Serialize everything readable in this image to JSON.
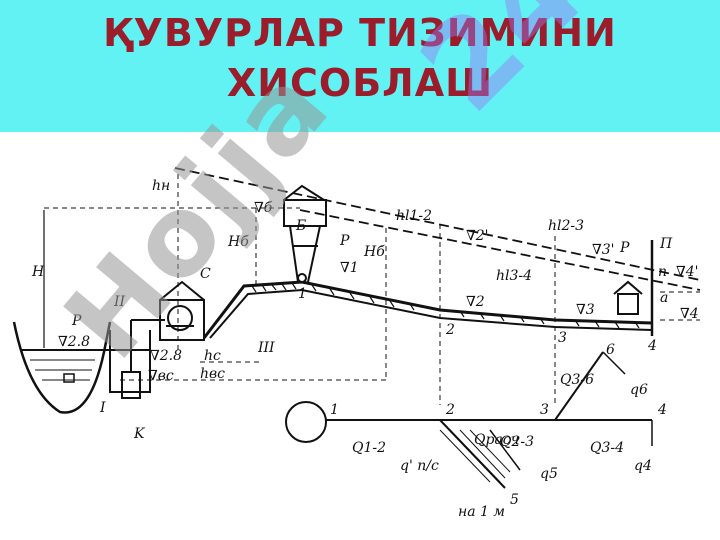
{
  "title": {
    "line1": "ҚУВУРЛАР ТИЗИМИНИ",
    "line2": "ХИСОБЛАШ"
  },
  "watermark": {
    "primary": "Hojja",
    "secondary": "24"
  },
  "colors": {
    "banner": "#62f2f4",
    "title": "#9b1c2a"
  },
  "labels": {
    "H": "H",
    "h_n": "hн",
    "H_b": "Hб",
    "H_b2": "Hб",
    "h_c": "hс",
    "h_bc": "hвс",
    "a": "a",
    "P_upper": "P",
    "P_right": "P",
    "p_circle": "P",
    "C": "C",
    "B_circle": "Б",
    "K_circle": "K",
    "I": "I",
    "II": "II",
    "III": "III",
    "P_pipe": "П",
    "n": "п",
    "hl12": "hl1-2",
    "hl23": "hl2-3",
    "hl34": "hl3-4",
    "n1": "1",
    "n2": "2",
    "n3": "3",
    "n4": "4",
    "lvl_b": "∇б",
    "lvl_1": "∇1",
    "lvl_2": "∇2",
    "lvl_3": "∇3",
    "lvl_4": "∇4",
    "lvl_2p": "∇2'",
    "lvl_3p": "∇3'",
    "lvl_4p": "∇4'",
    "lvl_28a": "∇2.8",
    "lvl_28b": "∇2.8",
    "lvl_bc": "∇вс"
  },
  "network": {
    "n1": "1",
    "n2": "2",
    "n3": "3",
    "n4": "4",
    "n5": "5",
    "n6": "6",
    "Q12": "Q1-2",
    "Q23": "Q2-3",
    "Q34": "Q3-4",
    "Q36": "Q3-6",
    "Qras": "Qрасч",
    "q_ps": "q' п/с",
    "q4": "q4",
    "q5": "q5",
    "q6": "q6",
    "per1m": "на 1 м"
  }
}
